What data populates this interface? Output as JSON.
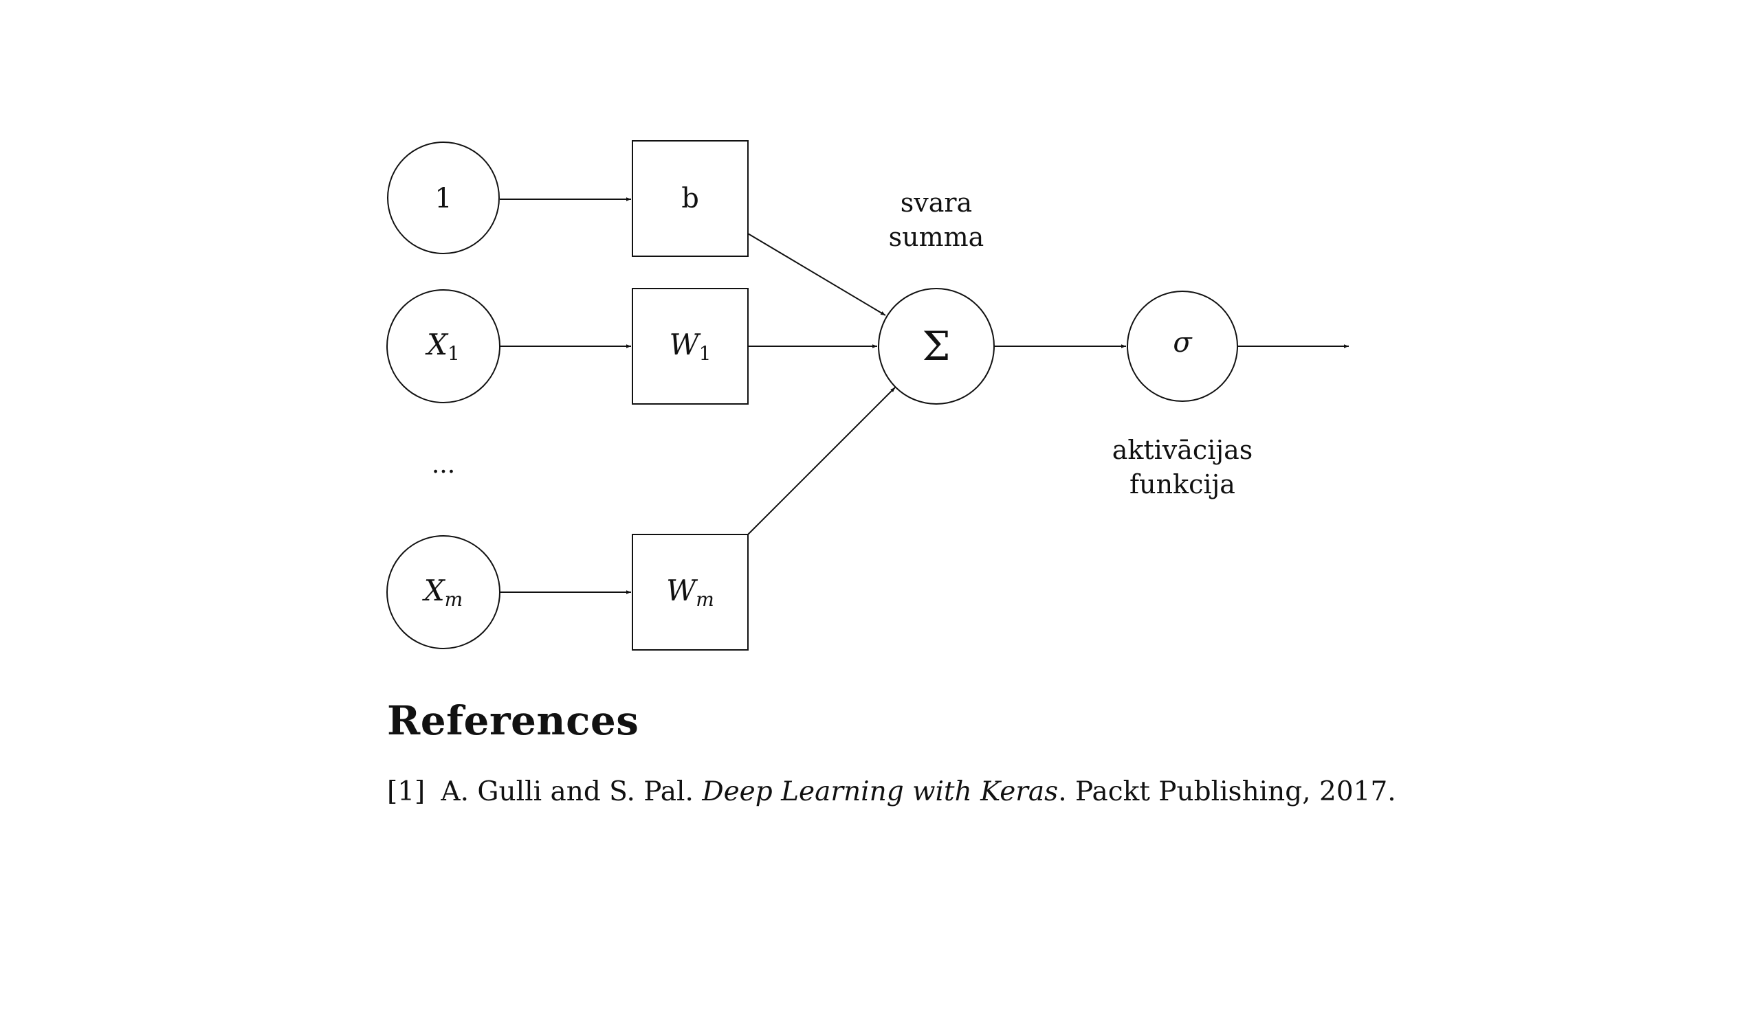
{
  "diagram": {
    "nodes": {
      "bias_input": {
        "label": "1"
      },
      "bias_weight": {
        "label": "b"
      },
      "x1": {
        "base": "X",
        "sub": "1"
      },
      "w1": {
        "base": "W",
        "sub": "1"
      },
      "ellipsis": {
        "label": "..."
      },
      "xm": {
        "base": "X",
        "sub": "m"
      },
      "wm": {
        "base": "W",
        "sub": "m"
      },
      "sum": {
        "label": "Σ"
      },
      "activation": {
        "label": "σ"
      }
    },
    "labels": {
      "weighted_sum": [
        "svara",
        "summa"
      ],
      "activation_function": [
        "aktivācijas",
        "funkcija"
      ]
    }
  },
  "references": {
    "heading": "References",
    "items": [
      {
        "number": "[1]",
        "authors": "A. Gulli and S. Pal.",
        "title": "Deep Learning with Keras",
        "rest": "Packt Publishing, 2017."
      }
    ]
  }
}
